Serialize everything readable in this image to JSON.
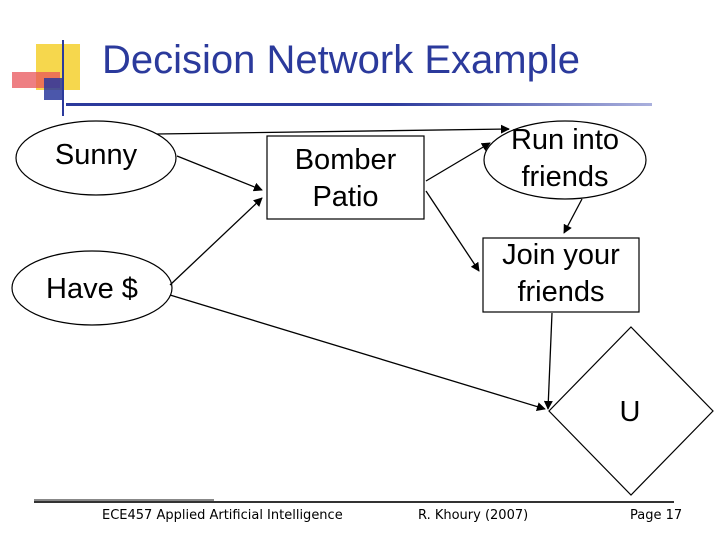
{
  "slide": {
    "title": "Decision Network Example"
  },
  "nodes": {
    "sunny": "Sunny",
    "have_money": "Have $",
    "bomber_patio_line1": "Bomber",
    "bomber_patio_line2": "Patio",
    "run_into_friends_line1": "Run into",
    "run_into_friends_line2": "friends",
    "join_friends_line1": "Join your",
    "join_friends_line2": "friends",
    "utility": "U"
  },
  "footer": {
    "course": "ECE457 Applied Artificial Intelligence",
    "author": "R. Khoury (2007)",
    "page": "Page 17"
  },
  "colors": {
    "title": "#2b3a9c",
    "logo_yellow": "#f5d33a",
    "logo_red": "#e8545a",
    "logo_blue": "#2b3a9c"
  }
}
